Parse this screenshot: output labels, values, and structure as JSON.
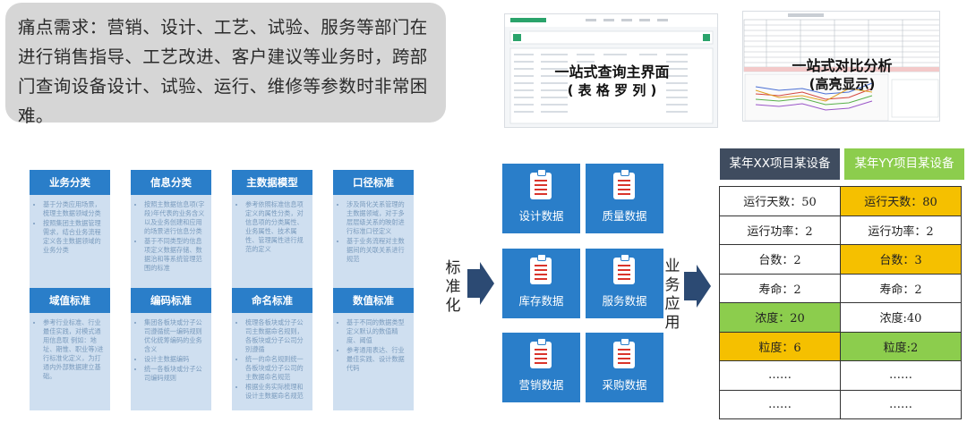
{
  "pain": {
    "text": "痛点需求：营销、设计、工艺、试验、服务等部门在进行销售指导、工艺改进、客户建议等业务时，跨部门查询设备设计、试验、运行、维修等参数时非常困难。"
  },
  "screenshots": {
    "query": {
      "caption_line1": "一站式查询主界面",
      "caption_line2": "( 表 格 罗 列 )"
    },
    "compare": {
      "caption_line1": "一站式对比分析",
      "caption_line2": "(高亮显示)"
    }
  },
  "standards": [
    {
      "title": "业务分类",
      "items": [
        "基于分类应用场景，梳理主数据领域分类",
        "按照集团主数据管理需求，结合业务流程定义各主数据领域的业务分类"
      ]
    },
    {
      "title": "信息分类",
      "items": [
        "按照主数据信息项(字段)年代表的业务含义以及业务创建和应用的场景进行信息分类",
        "基于不同类型的信息项定义数据存储、数据治和等系统管理范围的标准"
      ]
    },
    {
      "title": "主数据模型",
      "items": [
        "参考依照标准信息项定义的属性分类，对信息项的分类属性、业务属性、技术属性、管理属性进行规范的定义"
      ]
    },
    {
      "title": "口径标准",
      "items": [
        "涉及简化关系管理的主数据领域，对于多层层级关系的映射进行标准口径定义",
        "基于业务流程对主数据间的关联关系进行规范"
      ]
    },
    {
      "title": "域值标准",
      "items": [
        "参考行业标准、行业最佳实践，对模式通用信息取 例如：地址、期惟、职业等)进行标准化定义，为打通内外部数据建立基础。"
      ]
    },
    {
      "title": "编码标准",
      "items": [
        "集团各板块或分子公司遵循统一编码规则优化统筹编码的业务含义",
        "设计主数据编码",
        "统一各板块或分子公司编码规则"
      ]
    },
    {
      "title": "命名标准",
      "items": [
        "梳理各板块或分子公司主数据命名规则，各板块或分子公司分别遵循",
        "统一的命名规则统一各板块或分子公司的主数据命名规范",
        "根据业务实际梳理和设计主数据命名规范"
      ]
    },
    {
      "title": "数值标准",
      "items": [
        "基于不同的数据类型定义默认的数值精度、阈值",
        "参考通用表达、行业最佳实践、设计数据代码"
      ]
    }
  ],
  "arrows": {
    "standardize": "标准化",
    "apply": "业务应用"
  },
  "data_types": [
    "设计数据",
    "质量数据",
    "库存数据",
    "服务数据",
    "营销数据",
    "采购数据"
  ],
  "comparison": {
    "header_a": "某年XX项目某设备",
    "header_b": "某年YY项目某设备",
    "header_a_color": "#3f4c5f",
    "header_b_color": "#8ccd4d",
    "rows": [
      {
        "a": "运行天数：50",
        "b": "运行天数：80",
        "hl_a": "",
        "hl_b": "y"
      },
      {
        "a": "运行功率：2",
        "b": "运行功率：2",
        "hl_a": "",
        "hl_b": ""
      },
      {
        "a": "台数：2",
        "b": "台数：3",
        "hl_a": "",
        "hl_b": "y"
      },
      {
        "a": "寿命：2",
        "b": "寿命：2",
        "hl_a": "",
        "hl_b": ""
      },
      {
        "a": "浓度：20",
        "b": "浓度:40",
        "hl_a": "g",
        "hl_b": ""
      },
      {
        "a": "粒度：6",
        "b": "粒度:2",
        "hl_a": "y",
        "hl_b": "g"
      },
      {
        "a": "……",
        "b": "……",
        "hl_a": "",
        "hl_b": ""
      },
      {
        "a": "……",
        "b": "……",
        "hl_a": "",
        "hl_b": ""
      }
    ]
  },
  "colors": {
    "accent_blue": "#2a7ec9",
    "highlight_yellow": "#f5c000",
    "highlight_green": "#8ccd4d",
    "arrow_navy": "#2c4a73"
  }
}
